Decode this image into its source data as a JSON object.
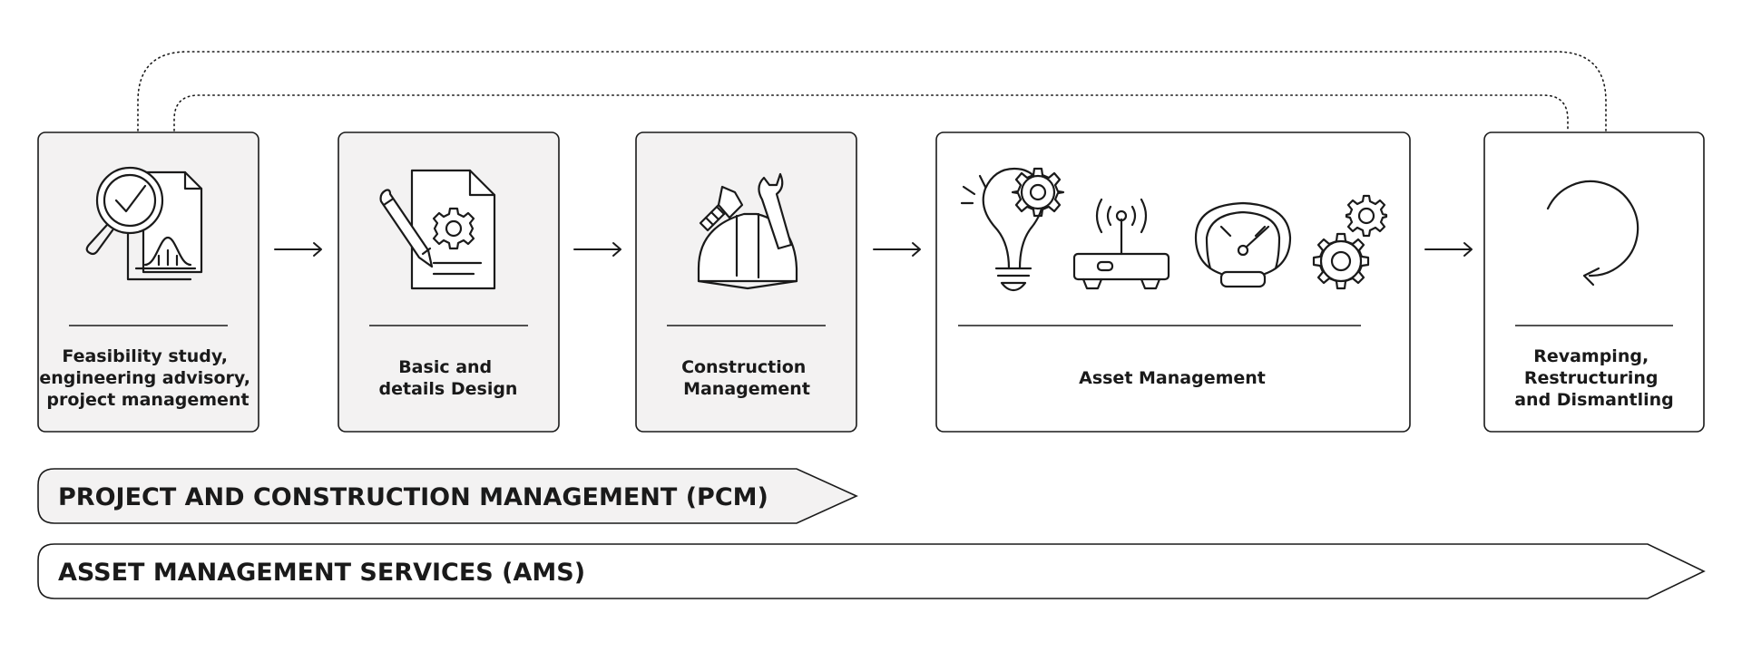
{
  "stages": [
    {
      "lines": [
        "Feasibility study,",
        "engineering advisory,",
        "project management"
      ]
    },
    {
      "lines": [
        "Basic and",
        "details Design"
      ]
    },
    {
      "lines": [
        "Construction",
        "Management"
      ]
    },
    {
      "lines": [
        "Asset Management"
      ]
    },
    {
      "lines": [
        "Revamping,",
        "Restructuring",
        "and Dismantling"
      ]
    }
  ],
  "bands": {
    "pcm": "PROJECT AND CONSTRUCTION MANAGEMENT (PCM)",
    "ams": "ASSET MANAGEMENT SERVICES (AMS)"
  },
  "icons": {
    "stage1": [
      "magnifier-check-icon",
      "document-chart-icon"
    ],
    "stage2": [
      "pencil-icon",
      "document-gear-icon"
    ],
    "stage3": [
      "hard-hat-icon",
      "bolt-icon",
      "wrench-icon"
    ],
    "stage4": [
      "lightbulb-gear-icon",
      "router-icon",
      "gauge-icon",
      "gears-icon"
    ],
    "stage5": [
      "cycle-arrow-icon"
    ]
  },
  "colors": {
    "stroke": "#1a1a1a",
    "box_fill": "#f3f2f2",
    "background": "#ffffff"
  }
}
